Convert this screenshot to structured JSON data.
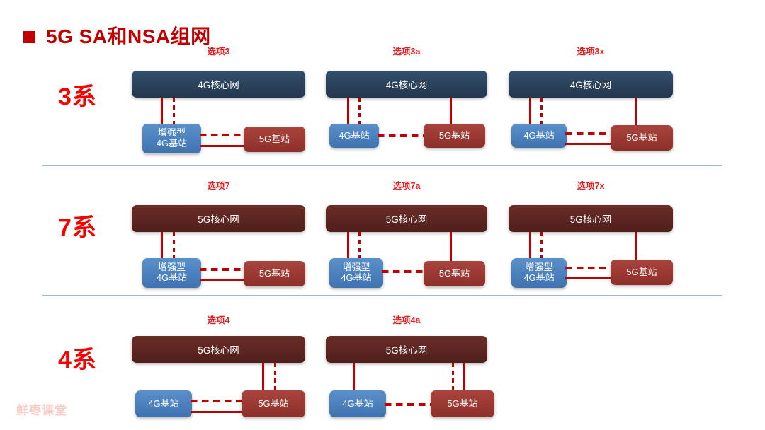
{
  "slide": {
    "title": "5G SA和NSA组网",
    "bullet_color": "#c00000",
    "watermark": "鲜枣课堂"
  },
  "palette": {
    "title_red": "#c00000",
    "label_red": "#e02020",
    "family_red": "#f70000",
    "core_4g_navy": "#2a4159",
    "core_5g_maroon": "#5c2521",
    "bs_4g_blue": "#4a80bd",
    "bs_5g_red": "#9b3832",
    "link_red": "#c00000",
    "divider": "#8faebf",
    "watermark_pink": "#f9c9c4"
  },
  "rows": [
    {
      "family_label": "3系",
      "groups": [
        {
          "option_label": "选项3",
          "core": {
            "text": "4G核心网",
            "kind": "4g"
          },
          "left_node": {
            "text": "增强型\n4G基站",
            "line1": "增强型",
            "line2": "4G基站",
            "kind": "4g"
          },
          "right_node": {
            "text": "5G基站",
            "line1": "5G基站",
            "line2": "",
            "kind": "5g"
          }
        },
        {
          "option_label": "选项3a",
          "core": {
            "text": "4G核心网",
            "kind": "4g"
          },
          "left_node": {
            "text": "4G基站",
            "line1": "4G基站",
            "line2": "",
            "kind": "4g"
          },
          "right_node": {
            "text": "5G基站",
            "line1": "5G基站",
            "line2": "",
            "kind": "5g"
          }
        },
        {
          "option_label": "选项3x",
          "core": {
            "text": "4G核心网",
            "kind": "4g"
          },
          "left_node": {
            "text": "4G基站",
            "line1": "4G基站",
            "line2": "",
            "kind": "4g"
          },
          "right_node": {
            "text": "5G基站",
            "line1": "5G基站",
            "line2": "",
            "kind": "5g"
          }
        }
      ]
    },
    {
      "family_label": "7系",
      "groups": [
        {
          "option_label": "选项7",
          "core": {
            "text": "5G核心网",
            "kind": "5g"
          },
          "left_node": {
            "text": "增强型\n4G基站",
            "line1": "增强型",
            "line2": "4G基站",
            "kind": "4g"
          },
          "right_node": {
            "text": "5G基站",
            "line1": "5G基站",
            "line2": "",
            "kind": "5g"
          }
        },
        {
          "option_label": "选项7a",
          "core": {
            "text": "5G核心网",
            "kind": "5g"
          },
          "left_node": {
            "text": "增强型\n4G基站",
            "line1": "增强型",
            "line2": "4G基站",
            "kind": "4g"
          },
          "right_node": {
            "text": "5G基站",
            "line1": "5G基站",
            "line2": "",
            "kind": "5g"
          }
        },
        {
          "option_label": "选项7x",
          "core": {
            "text": "5G核心网",
            "kind": "5g"
          },
          "left_node": {
            "text": "增强型\n4G基站",
            "line1": "增强型",
            "line2": "4G基站",
            "kind": "4g"
          },
          "right_node": {
            "text": "5G基站",
            "line1": "5G基站",
            "line2": "",
            "kind": "5g"
          }
        }
      ]
    },
    {
      "family_label": "4系",
      "groups": [
        {
          "option_label": "选项4",
          "core": {
            "text": "5G核心网",
            "kind": "5g"
          },
          "left_node": {
            "text": "4G基站",
            "line1": "4G基站",
            "line2": "",
            "kind": "4g"
          },
          "right_node": {
            "text": "5G基站",
            "line1": "5G基站",
            "line2": "",
            "kind": "5g"
          }
        },
        {
          "option_label": "选项4a",
          "core": {
            "text": "5G核心网",
            "kind": "5g"
          },
          "left_node": {
            "text": "4G基站",
            "line1": "4G基站",
            "line2": "",
            "kind": "4g"
          },
          "right_node": {
            "text": "5G基站",
            "line1": "5G基站",
            "line2": "",
            "kind": "5g"
          }
        }
      ]
    }
  ]
}
